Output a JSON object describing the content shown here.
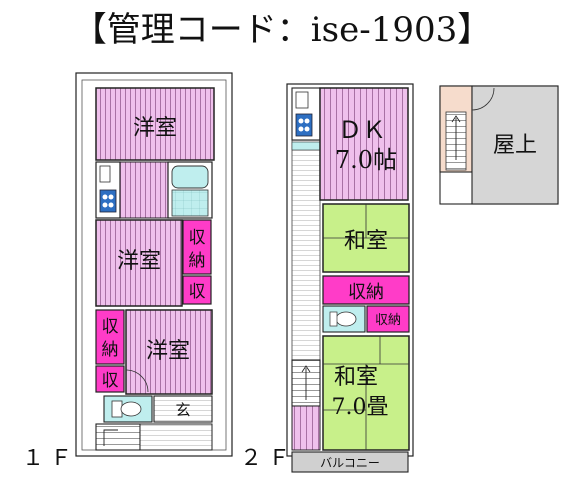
{
  "title": "【管理コード：ise-1903】",
  "floors": {
    "f1": {
      "label": "１Ｆ",
      "rooms": {
        "western_top": "洋室",
        "western_mid": "洋室",
        "western_bottom": "洋室",
        "closet_a1": "収",
        "closet_a2": "納",
        "closet_b": "収",
        "closet_c1": "収",
        "closet_c2": "納",
        "closet_d": "収",
        "entrance": "玄"
      }
    },
    "f2": {
      "label": "２Ｆ",
      "rooms": {
        "dk_name": "ＤＫ",
        "dk_size": "7.0帖",
        "japanese_top": "和室",
        "closet_wide": "収納",
        "closet_small": "収納",
        "japanese_bottom_name": "和室",
        "japanese_bottom_size": "7.0畳",
        "balcony": "バルコニー"
      }
    },
    "roof": {
      "label": "屋上"
    }
  },
  "colors": {
    "western_room": "#efc0ec",
    "japanese_room": "#c8f08a",
    "storage": "#ff3cc8",
    "wet_area": "#bfeeee",
    "roof_gray": "#d6d6d6",
    "balcony_gray": "#d0d0d0",
    "stair_peach": "#f6dccc"
  }
}
